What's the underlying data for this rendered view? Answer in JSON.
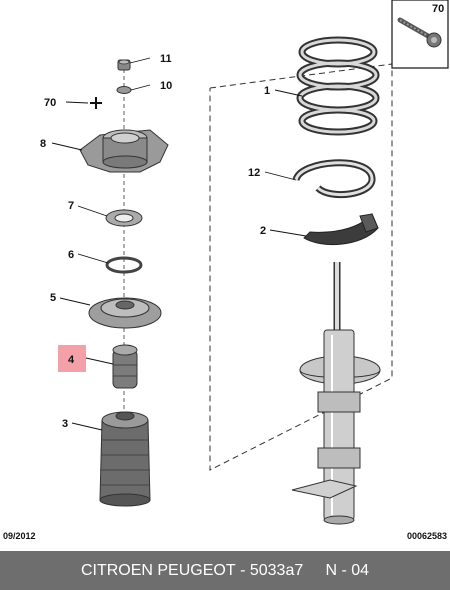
{
  "callouts": {
    "c1": "1",
    "c2": "2",
    "c3": "3",
    "c4": "4",
    "c5": "5",
    "c6": "6",
    "c7": "7",
    "c8": "8",
    "c10": "10",
    "c11": "11",
    "c12": "12",
    "c70_left": "70",
    "c70_inset": "70"
  },
  "colors": {
    "highlight": "#f4a0a8",
    "footer": "#6e6e6e"
  },
  "footer_left": "09/2012",
  "footer_right": "00062583",
  "footer_caption": {
    "brand": "CITROEN PEUGEOT",
    "code": "5033a7",
    "page": "N - 04"
  }
}
